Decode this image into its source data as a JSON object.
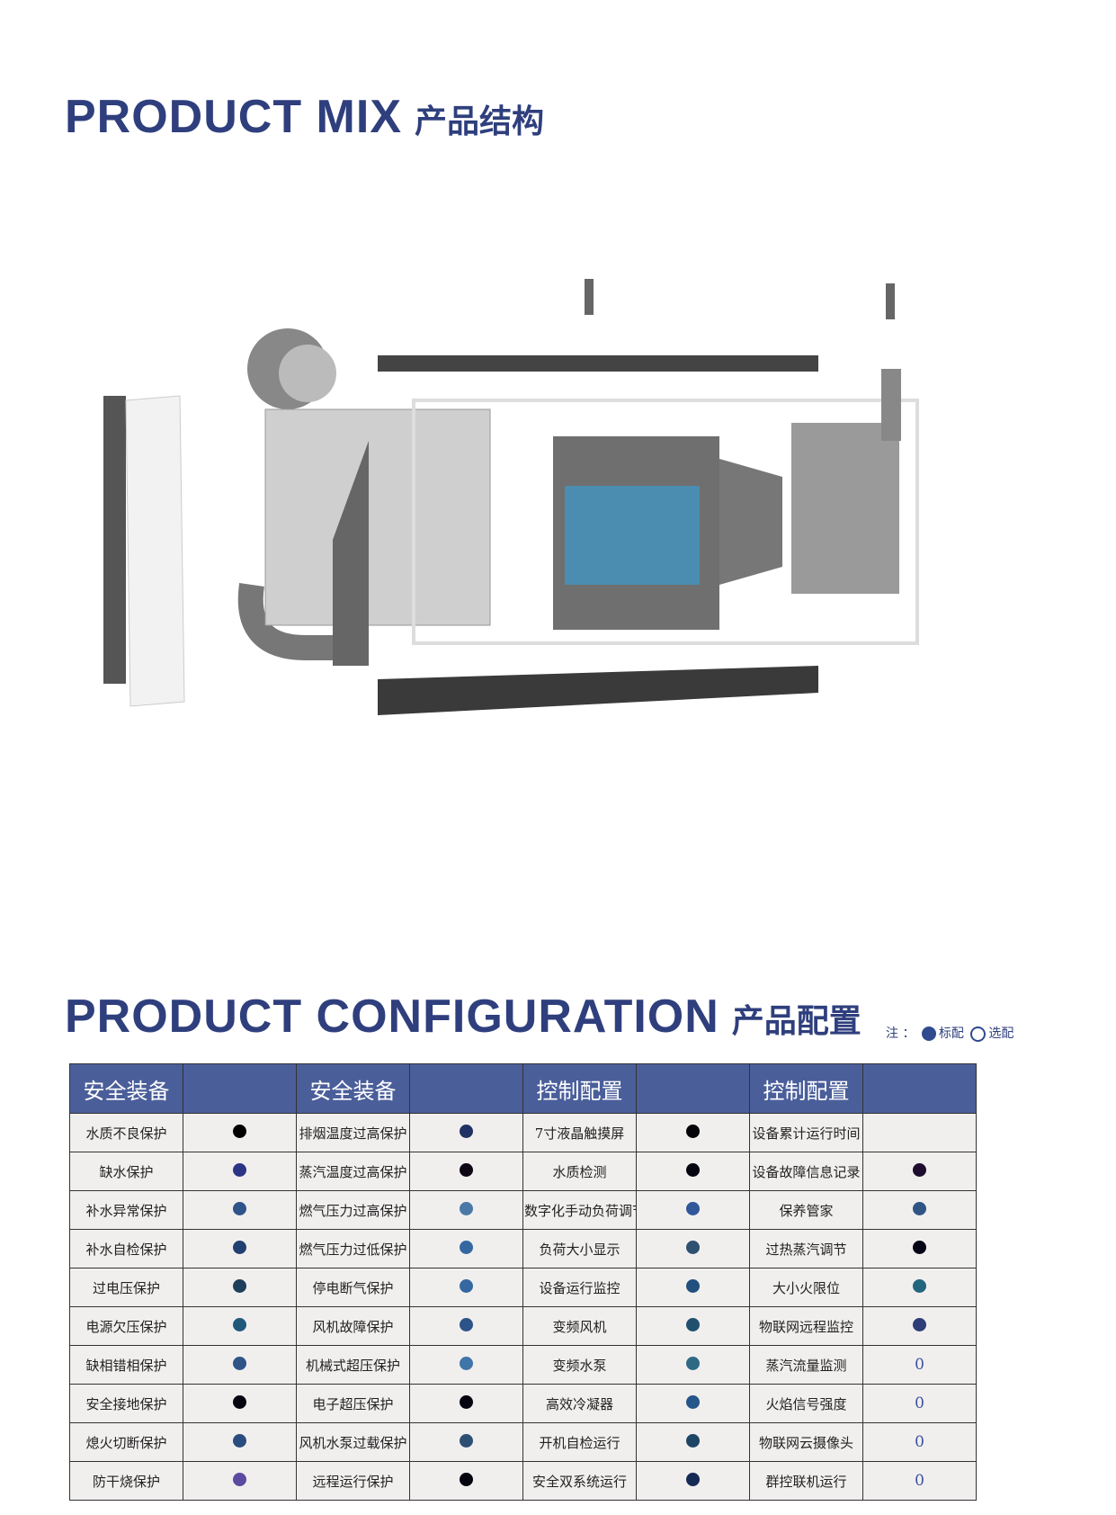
{
  "mix_title": {
    "en": "PRODUCT  MIX",
    "cn": "产品结构"
  },
  "config_title": {
    "en": "PRODUCT  CONFIGURATION",
    "cn": "产品配置"
  },
  "legend": {
    "note": "注 ：",
    "standard": "标配",
    "optional": "选配"
  },
  "table": {
    "headers": [
      "安全装备",
      "",
      "安全装备",
      "",
      "控制配置",
      "",
      "控制配置",
      ""
    ],
    "rows": [
      [
        {
          "t": "水质不良保护"
        },
        {
          "c": "#000000"
        },
        {
          "t": "排烟温度过高保护"
        },
        {
          "c": "#1f3263"
        },
        {
          "t": "7寸液晶触摸屏"
        },
        {
          "c": "#050508"
        },
        {
          "t": "设备累计运行时间"
        },
        {
          "c": ""
        }
      ],
      [
        {
          "t": "缺水保护"
        },
        {
          "c": "#2c3485"
        },
        {
          "t": "蒸汽温度过高保护"
        },
        {
          "c": "#0d0514"
        },
        {
          "t": "水质检测"
        },
        {
          "c": "#050510"
        },
        {
          "t": "设备故障信息记录"
        },
        {
          "c": "#1e0d2e"
        }
      ],
      [
        {
          "t": "补水异常保护"
        },
        {
          "c": "#2f5489"
        },
        {
          "t": "燃气压力过高保护"
        },
        {
          "c": "#4a79a8"
        },
        {
          "t": "数字化手动负荷调节"
        },
        {
          "c": "#30579a"
        },
        {
          "t": "保养管家"
        },
        {
          "c": "#305585"
        }
      ],
      [
        {
          "t": "补水自检保护"
        },
        {
          "c": "#213f70"
        },
        {
          "t": "燃气压力过低保护"
        },
        {
          "c": "#3568a0"
        },
        {
          "t": "负荷大小显示"
        },
        {
          "c": "#2f5070"
        },
        {
          "t": "过热蒸汽调节"
        },
        {
          "c": "#050515"
        }
      ],
      [
        {
          "t": "过电压保护"
        },
        {
          "c": "#1f3e5c"
        },
        {
          "t": "停电断气保护"
        },
        {
          "c": "#3568a0"
        },
        {
          "t": "设备运行监控"
        },
        {
          "c": "#22507e"
        },
        {
          "t": "大小火限位"
        },
        {
          "c": "#22657e"
        }
      ],
      [
        {
          "t": "电源欠压保护"
        },
        {
          "c": "#20587a"
        },
        {
          "t": "风机故障保护"
        },
        {
          "c": "#2c5488"
        },
        {
          "t": "变频风机"
        },
        {
          "c": "#21506e"
        },
        {
          "t": "物联网远程监控"
        },
        {
          "c": "#2e3e78"
        }
      ],
      [
        {
          "t": "缺相错相保护"
        },
        {
          "c": "#2e5488"
        },
        {
          "t": "机械式超压保护"
        },
        {
          "c": "#3f75a8"
        },
        {
          "t": "变频水泵"
        },
        {
          "c": "#2f6a85"
        },
        {
          "t": "蒸汽流量监测"
        },
        {
          "o": "0"
        }
      ],
      [
        {
          "t": "安全接地保护"
        },
        {
          "c": "#050510"
        },
        {
          "t": "电子超压保护"
        },
        {
          "c": "#050510"
        },
        {
          "t": "高效冷凝器"
        },
        {
          "c": "#26558a"
        },
        {
          "t": "火焰信号强度"
        },
        {
          "o": "0"
        }
      ],
      [
        {
          "t": "熄火切断保护"
        },
        {
          "c": "#284d7e"
        },
        {
          "t": "风机水泵过载保护"
        },
        {
          "c": "#2e4f74"
        },
        {
          "t": "开机自检运行"
        },
        {
          "c": "#1f4565"
        },
        {
          "t": "物联网云摄像头"
        },
        {
          "o": "0"
        }
      ],
      [
        {
          "t": "防干烧保护"
        },
        {
          "c": "#5c4aa0"
        },
        {
          "t": "远程运行保护"
        },
        {
          "c": "#050510"
        },
        {
          "t": "安全双系统运行"
        },
        {
          "c": "#152a55"
        },
        {
          "t": "群控联机运行"
        },
        {
          "o": "0"
        }
      ]
    ]
  }
}
